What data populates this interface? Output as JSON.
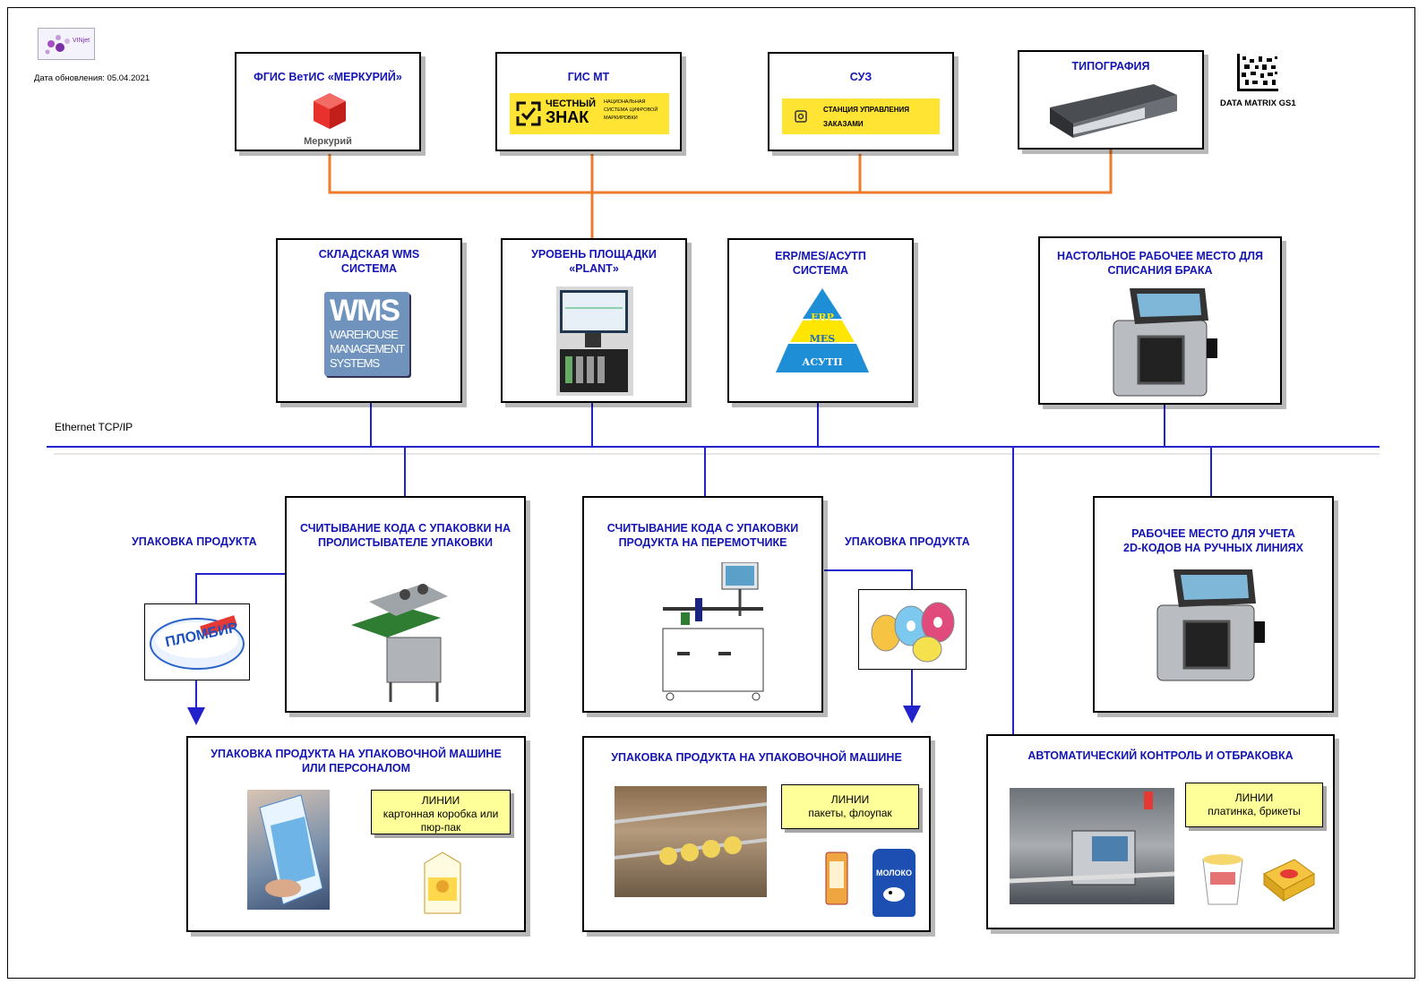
{
  "header": {
    "logo_text": "VINjet",
    "update_date": "Дата обновления: 05.04.2021",
    "datamatrix_label": "DATA MATRIX GS1",
    "ethernet_label": "Ethernet TCP/IP"
  },
  "top": {
    "mercury": {
      "title": "ФГИС ВетИС «МЕРКУРИЙ»",
      "logo_text": "Меркурий"
    },
    "gismt": {
      "title": "ГИС МТ",
      "logo_line1": "ЧЕСТНЫЙ",
      "logo_line2": "ЗНАК",
      "logo_sub1": "НАЦИОНАЛЬНАЯ",
      "logo_sub2": "СИСТЕМА ЦИФРОВОЙ",
      "logo_sub3": "МАРКИРОВКИ"
    },
    "suz": {
      "title": "СУЗ",
      "badge_line1": "СТАНЦИЯ УПРАВЛЕНИЯ",
      "badge_line2": "ЗАКАЗАМИ"
    },
    "print": {
      "title": "ТИПОГРАФИЯ"
    }
  },
  "middle": {
    "wms": {
      "title_line1": "СКЛАДСКАЯ WMS",
      "title_line2": "СИСТЕМА",
      "logo_big": "WMS",
      "logo_l1": "WAREHOUSE",
      "logo_l2": "MANAGEMENT",
      "logo_l3": "SYSTEMS"
    },
    "plant": {
      "title_line1": "УРОВЕНЬ ПЛОЩАДКИ",
      "title_line2": "«PLANT»"
    },
    "erp": {
      "title_line1": "ERP/MES/АСУТП",
      "title_line2": "СИСТЕМА",
      "level1": "ERP",
      "level2": "MES",
      "level3": "АСУТП"
    },
    "desk": {
      "title_line1": "НАСТОЛЬНОЕ РАБОЧЕЕ МЕСТО ДЛЯ",
      "title_line2": "СПИСАНИЯ БРАКА"
    }
  },
  "lower": {
    "left_label": "УПАКОВКА ПРОДУКТА",
    "right_label": "УПАКОВКА ПРОДУКТА",
    "scan1": {
      "title_line1": "СЧИТЫВАНИЕ КОДА С УПАКОВКИ НА",
      "title_line2": "ПРОЛИСТЫВАТЕЛЕ УПАКОВКИ"
    },
    "scan2": {
      "title_line1": "СЧИТЫВАНИЕ КОДА С УПАКОВКИ",
      "title_line2": "ПРОДУКТА НА ПЕРЕМОТЧИКЕ"
    },
    "manual": {
      "title_line1": "РАБОЧЕЕ МЕСТО ДЛЯ УЧЕТА",
      "title_line2": "2D-КОДОВ НА РУЧНЫХ ЛИНИЯХ"
    },
    "icecream_text": "ПЛОМБИР"
  },
  "bottom": {
    "pack1": {
      "title_line1": "УПАКОВКА ПРОДУКТА НА УПАКОВОЧНОЙ МАШИНЕ",
      "title_line2": "ИЛИ ПЕРСОНАЛОМ",
      "note_line1": "ЛИНИИ",
      "note_line2": "картонная коробка или",
      "note_line3": "пюр-пак"
    },
    "pack2": {
      "title": "УПАКОВКА ПРОДУКТА НА УПАКОВОЧНОЙ МАШИНЕ",
      "note_line1": "ЛИНИИ",
      "note_line2": "пакеты, флоупак",
      "milk_text": "МОЛОКО"
    },
    "auto": {
      "title": "АВТОМАТИЧЕСКИЙ КОНТРОЛЬ И ОТБРАКОВКА",
      "note_line1": "ЛИНИИ",
      "note_line2": "платинка, брикеты"
    }
  },
  "colors": {
    "title_blue": "#1414b4",
    "orange_bus": "#ee7a2c",
    "blue_bus": "#2222cc",
    "note_yellow": "#ffff99",
    "badge_yellow": "#ffee33"
  }
}
